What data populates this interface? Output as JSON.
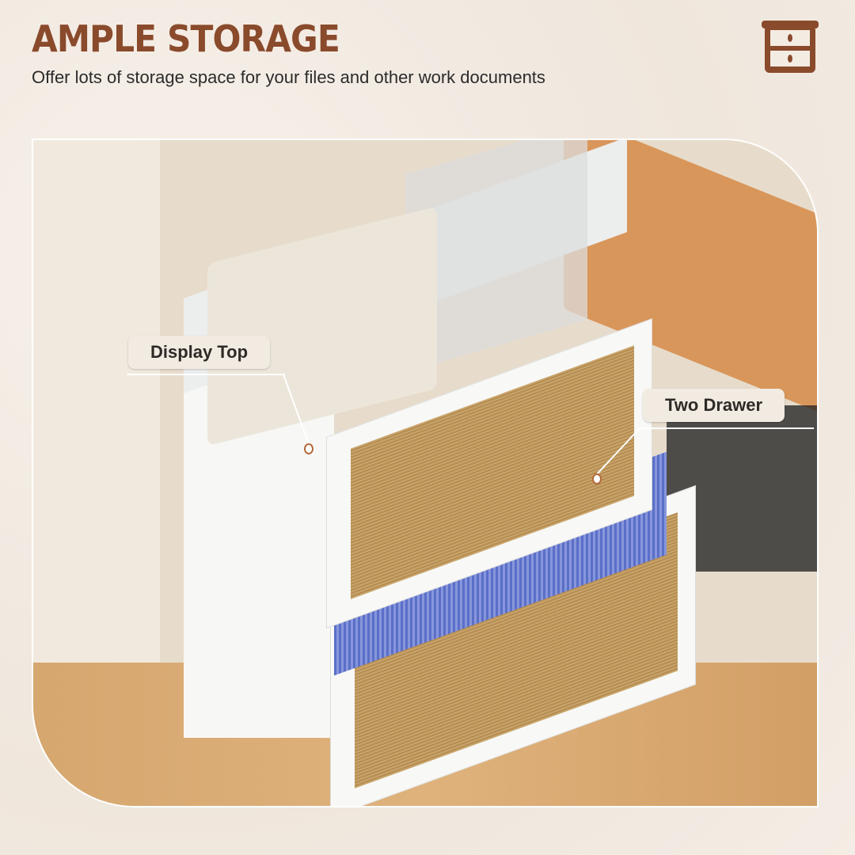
{
  "header": {
    "title": "AMPLE STORAGE",
    "subtitle": "Offer lots of storage space for your files and other work documents",
    "icon": "drawer-cabinet-icon"
  },
  "callouts": [
    {
      "label": "Display Top"
    },
    {
      "label": "Two Drawer"
    }
  ],
  "colors": {
    "accent": "#8a4a2c",
    "background": "#f3ece3",
    "label_bg": "#f2ebe2"
  }
}
